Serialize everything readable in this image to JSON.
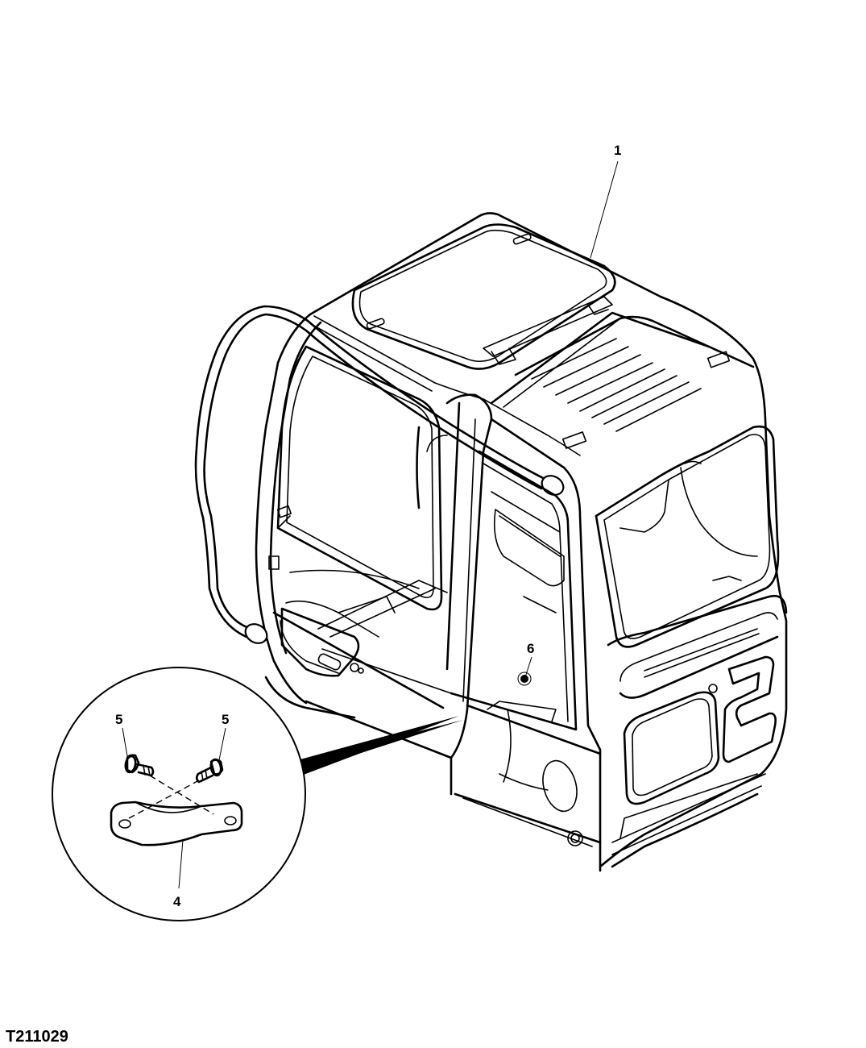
{
  "figure_id": "T211029",
  "callouts": [
    {
      "id": "callout-1",
      "label": "1"
    },
    {
      "id": "callout-4",
      "label": "4"
    },
    {
      "id": "callout-5-left",
      "label": "5"
    },
    {
      "id": "callout-5-right",
      "label": "5"
    },
    {
      "id": "callout-6",
      "label": "6"
    }
  ]
}
